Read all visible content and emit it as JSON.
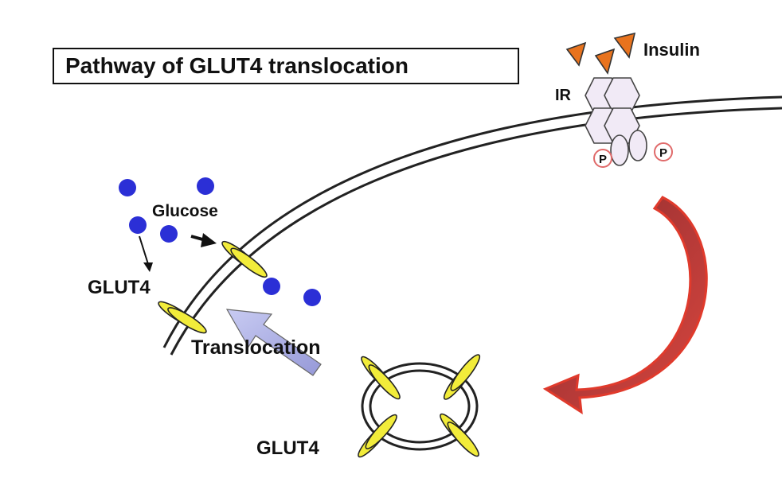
{
  "title": "Pathway of GLUT4 translocation",
  "labels": {
    "insulin": "Insulin",
    "receptor": "IR",
    "phospho_left": "P",
    "phospho_right": "P",
    "glucose": "Glucose",
    "glut4_membrane": "GLUT4",
    "translocation": "Translocation",
    "glut4_vesicle": "GLUT4"
  },
  "colors": {
    "membrane": "#222222",
    "glucose": "#2b2fd6",
    "glut4": "#f2ec3a",
    "insulin": "#e8731e",
    "receptor": "#f1eaf6",
    "phospho_ring": "#e06a6a",
    "signal_arrow": "#c0392b",
    "translocation_arrow": "#aeb0e6"
  }
}
